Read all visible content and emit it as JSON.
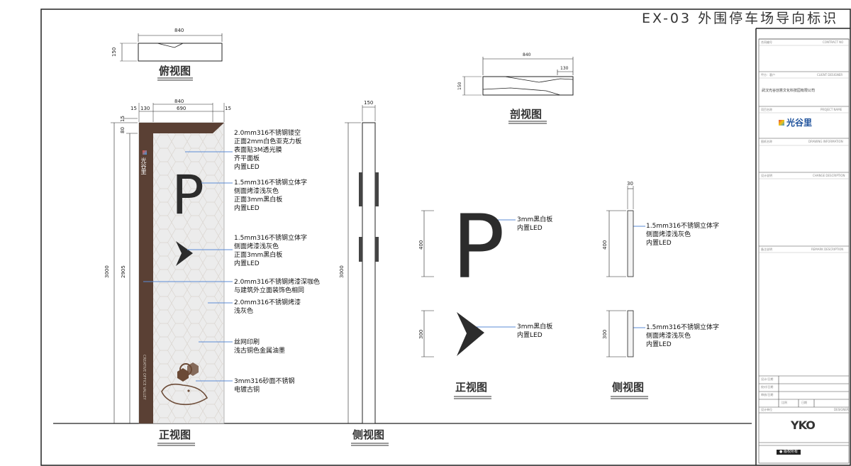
{
  "title": "EX-03 外围停车场导向标识",
  "views": {
    "top": "俯视图",
    "section": "剖视图",
    "front_main": "正视图",
    "side_main": "侧视图",
    "front_detail": "正视图",
    "side_detail": "侧视图"
  },
  "dimensions": {
    "top_width": "840",
    "top_depth": "150",
    "section_width": "840",
    "section_small": "130",
    "section_depth": "150",
    "front_width": "840",
    "front_inner": "690",
    "front_left1": "15",
    "front_left2": "130",
    "front_right": "15",
    "front_top1": "15",
    "front_top2": "80",
    "front_height": "3000",
    "front_panel": "2905",
    "side_width": "150",
    "side_height": "3000",
    "p_height": "400",
    "arrow_height": "300",
    "side_p_height": "400",
    "side_arrow_height": "300",
    "side_thickness": "30"
  },
  "annotations": {
    "top": [
      "2.0mm316不锈钢镂空",
      "正面2mm白色亚克力板",
      "表面贴3M透光膜",
      "齐平面板",
      "内置LED"
    ],
    "p_letter": [
      "1.5mm316不锈钢立体字",
      "侧面烤漆浅灰色",
      "正面3mm黑白板",
      "内置LED"
    ],
    "arrow": [
      "1.5mm316不锈钢立体字",
      "侧面烤漆浅灰色",
      "正面3mm黑白板",
      "内置LED"
    ],
    "frame": [
      "2.0mm316不锈钢烤漆深咖色",
      "与建筑外立面装饰色相同"
    ],
    "panel": [
      "2.0mm316不锈钢烤漆",
      "浅灰色"
    ],
    "print": [
      "丝网印刷",
      "浅古铜色金属油墨"
    ],
    "logo": [
      "3mm316砂面不锈钢",
      "电镀古铜"
    ],
    "detail_p": [
      "3mm黑白板",
      "内置LED"
    ],
    "detail_arrow": [
      "3mm黑白板",
      "内置LED"
    ],
    "side_p": [
      "1.5mm316不锈钢立体字",
      "侧面烤漆浅灰色",
      "内置LED"
    ],
    "side_arrow": [
      "1.5mm316不锈钢立体字",
      "侧面烤漆浅灰色",
      "内置LED"
    ]
  },
  "sign": {
    "letter": "P",
    "vertical_brand": "光谷里",
    "vertical_en": "CREATIVE OFFICE VALLEY"
  },
  "title_block": {
    "r1": "合同编号",
    "r1b": "CONTRACT NO",
    "r2": "甲方：客户",
    "r2b": "CLIENT DESIGNER",
    "client": "武汉光谷创意文化科技园有限公司",
    "r3": "项目名称",
    "r3b": "PROJECT NAME",
    "project_logo": "光谷里",
    "r4": "图纸名称",
    "r4b": "DRAWING INFORMATION",
    "r5": "设计说明",
    "r5b": "CHANGE DESCRIPTION",
    "r6": "备注说明",
    "r6b": "REMARK DESCRIPTION",
    "small1": "设计/日期",
    "small2": "校对/日期",
    "small3": "审核/日期",
    "small4": "比例",
    "small5": "日期",
    "small6": "设计单位",
    "small6b": "DESIGNER",
    "designer_logo": "YKO",
    "footer": "● 版权所有"
  },
  "colors": {
    "brown": "#5a4034",
    "panel": "#ececec",
    "dark": "#2c2c2c",
    "line": "#5b8bd6"
  }
}
